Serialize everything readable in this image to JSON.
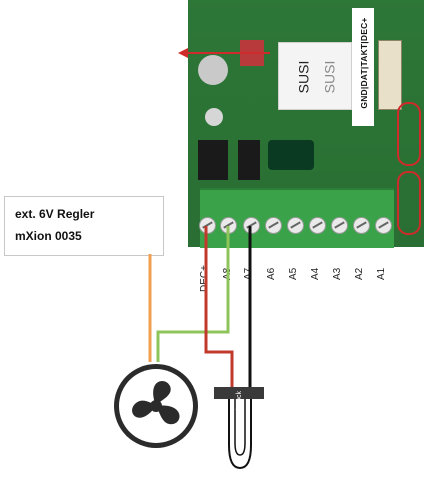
{
  "controller": {
    "box_line1": "ext. 6V Regler",
    "box_line2": "mXion 0035"
  },
  "board": {
    "susi_dark": "SUSI",
    "susi_light": "SUSI",
    "connector_label": "GND|DAT|TAKT|DEC+",
    "pins": [
      "DEC+",
      "A8",
      "A7",
      "A6",
      "A5",
      "A4",
      "A3",
      "A2",
      "A1"
    ],
    "pcb_color": "#2f7d3a",
    "terminal_color": "#3aa34a"
  },
  "wires": {
    "orange": "#f0a050",
    "green": "#8fc45a",
    "red": "#c0392b",
    "black": "#111111"
  },
  "fan": {
    "icon": "fan-icon"
  },
  "sensor": {
    "label": "iStock",
    "icon": "thermistor-icon"
  }
}
